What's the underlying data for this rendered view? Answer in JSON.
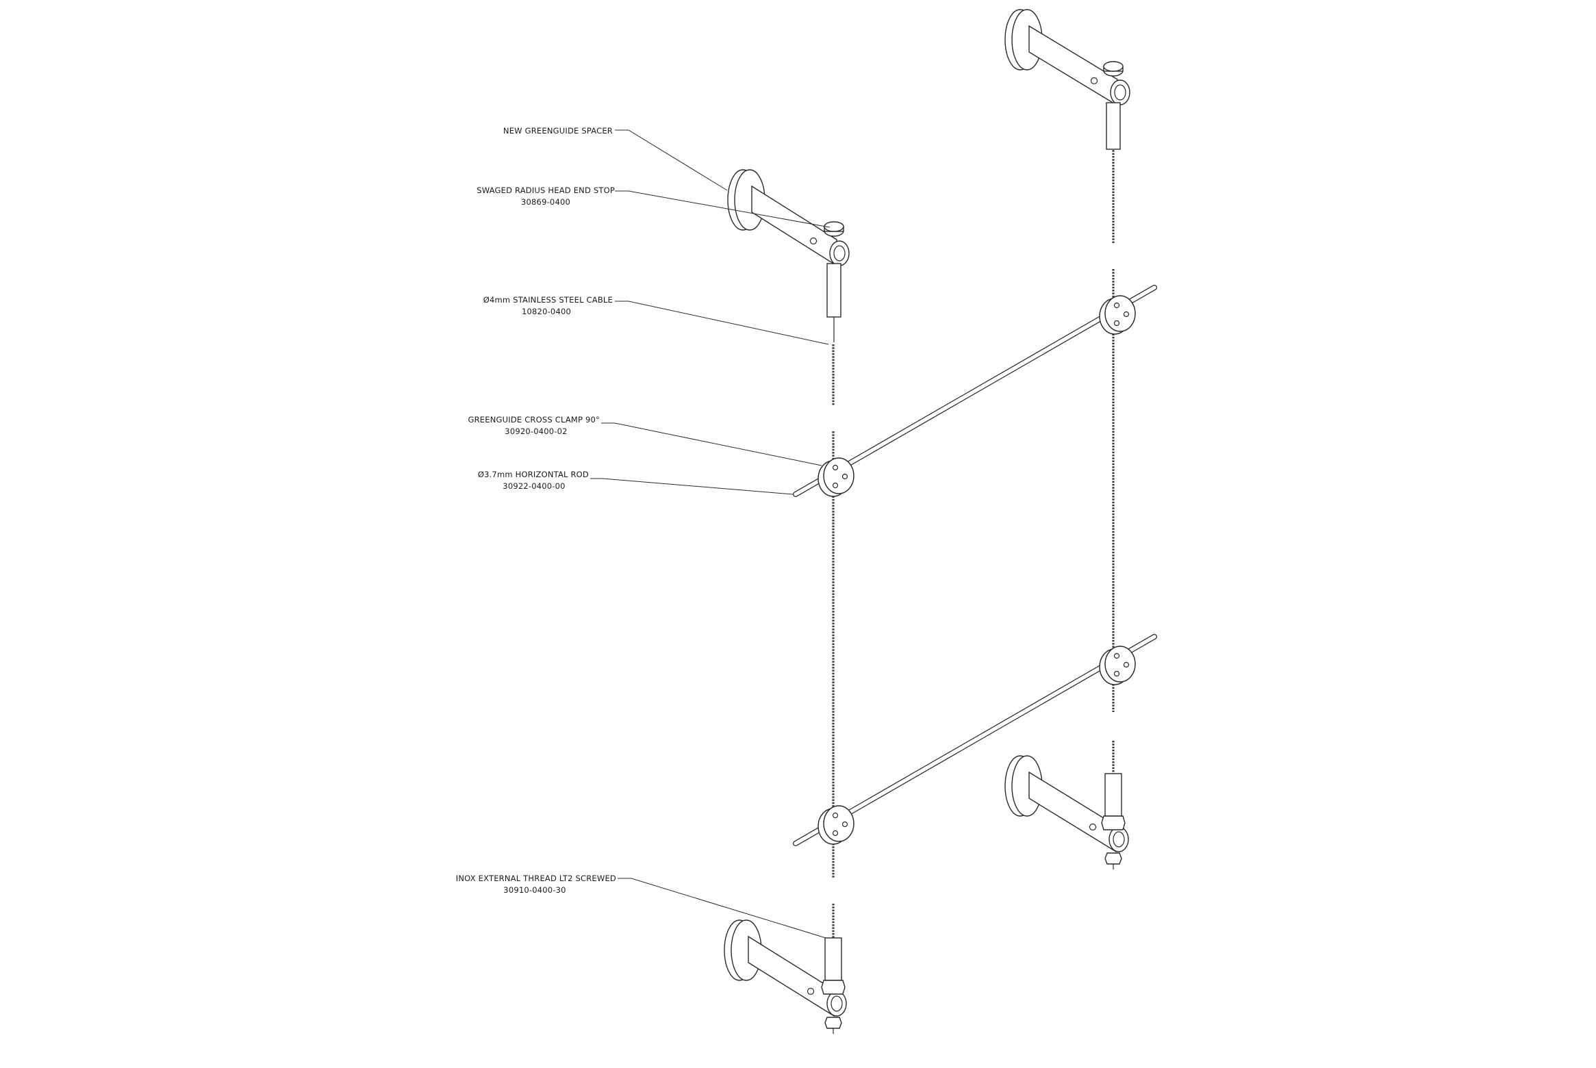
{
  "labels": [
    {
      "id": "spacer",
      "title": "NEW GREENGUIDE SPACER",
      "code": ""
    },
    {
      "id": "end-stop",
      "title": "SWAGED RADIUS HEAD END STOP",
      "code": "30869-0400"
    },
    {
      "id": "cable",
      "title": "Ø4mm STAINLESS STEEL CABLE",
      "code": "10820-0400"
    },
    {
      "id": "cross-clamp",
      "title": "GREENGUIDE CROSS CLAMP 90°",
      "code": "30920-0400-02"
    },
    {
      "id": "rod",
      "title": "Ø3.7mm HORIZONTAL ROD",
      "code": "30922-0400-00"
    },
    {
      "id": "thread",
      "title": "INOX EXTERNAL THREAD LT2 SCREWED",
      "code": "30910-0400-30"
    }
  ],
  "colors": {
    "line": "#2a2a2a",
    "background": "#ffffff"
  }
}
